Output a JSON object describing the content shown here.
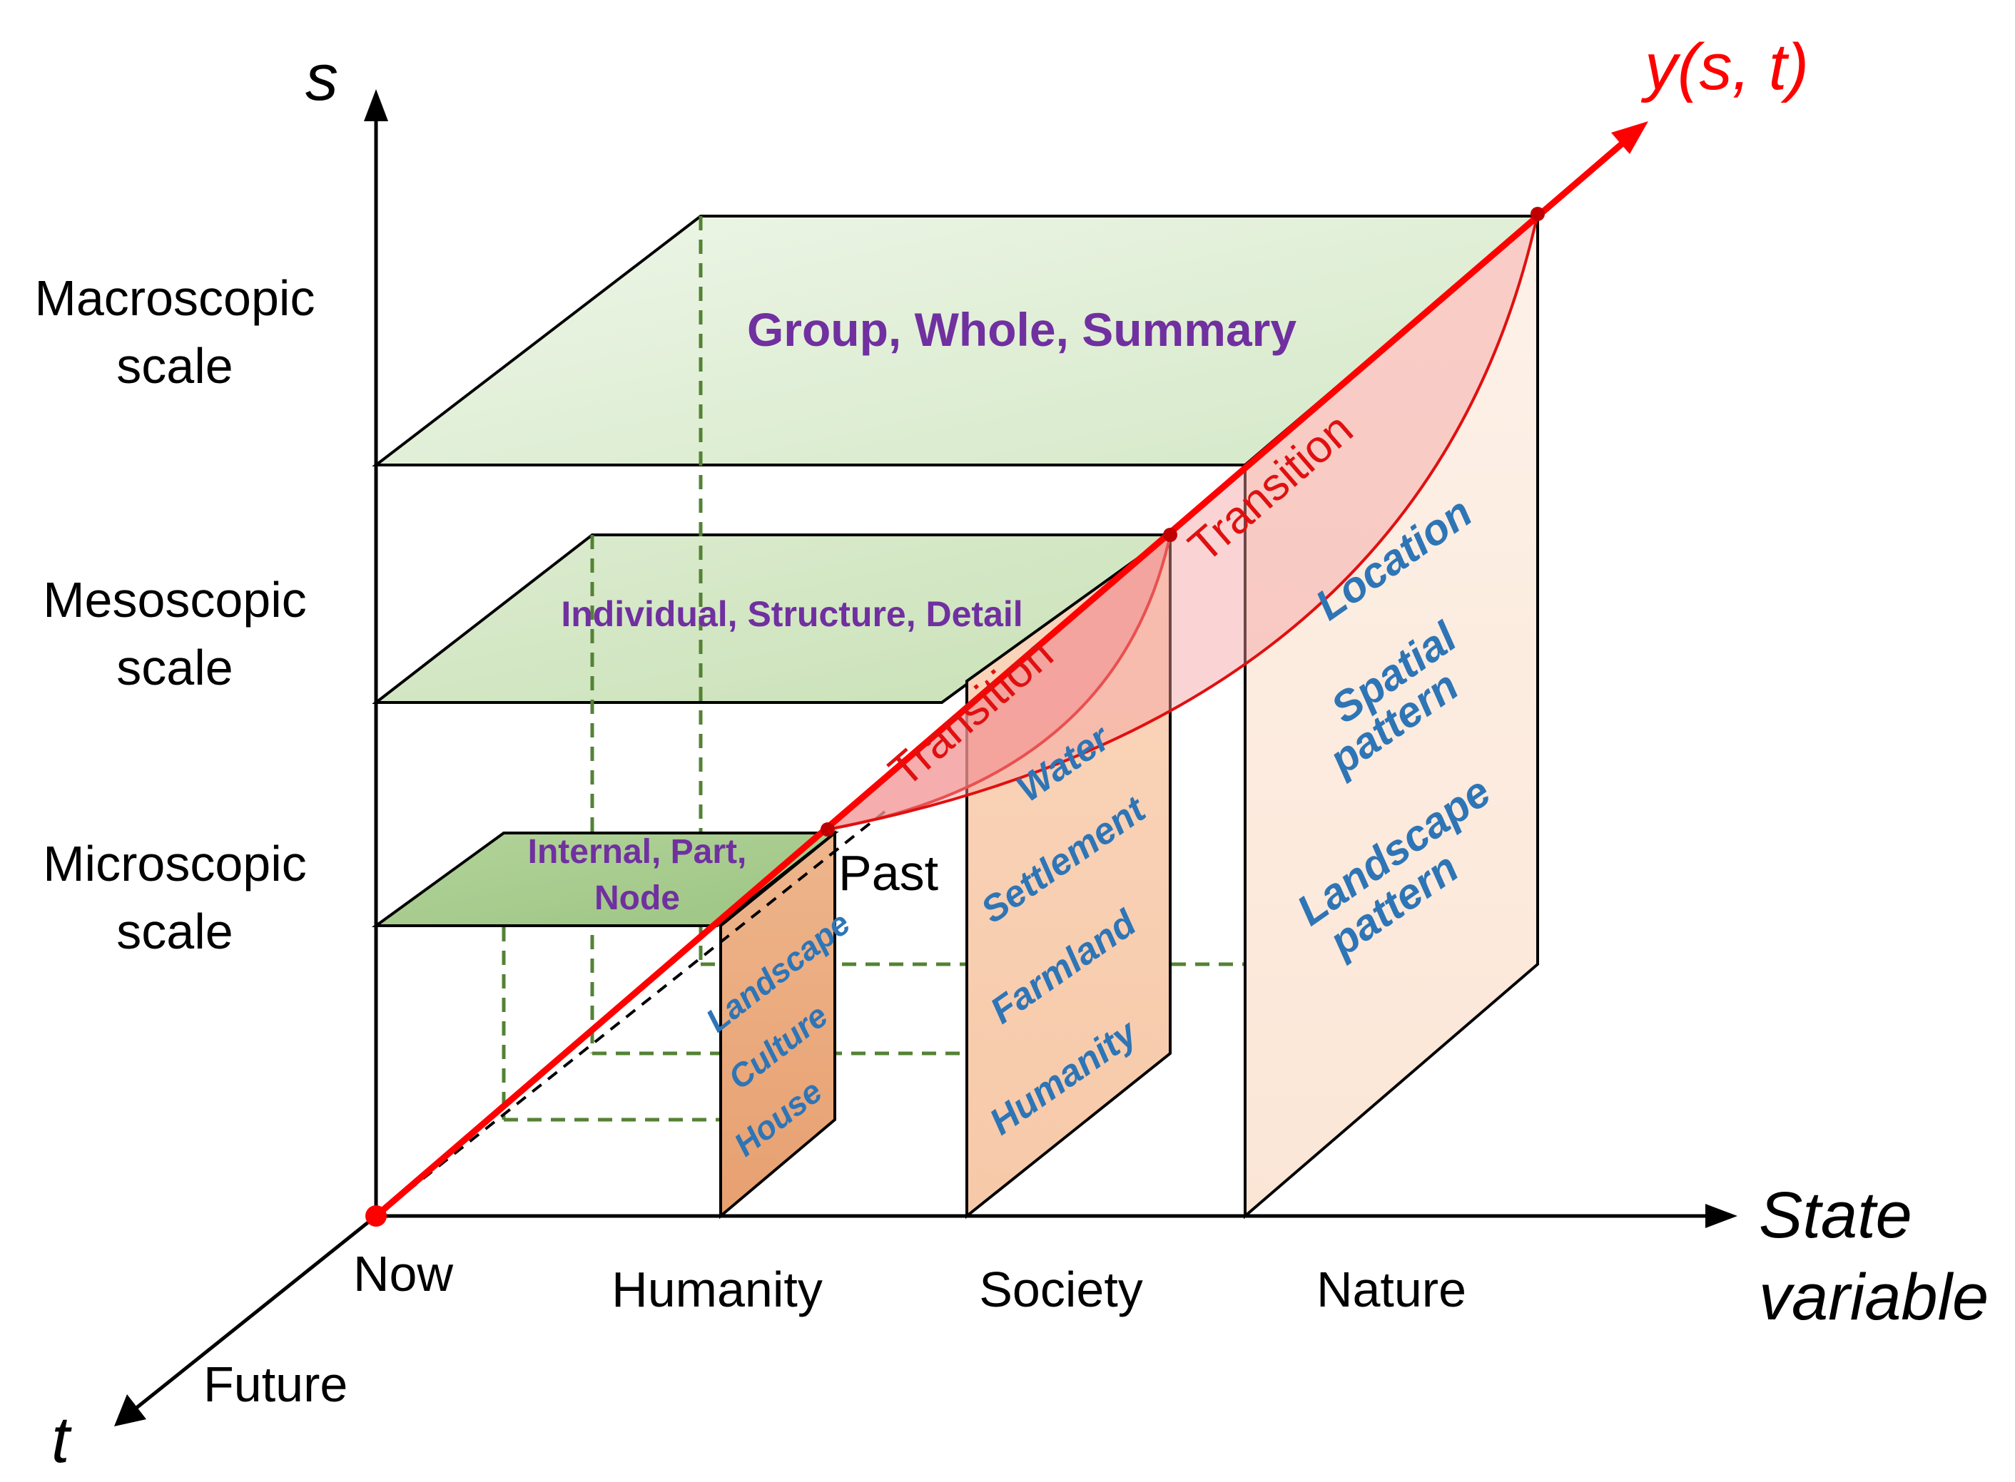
{
  "axes": {
    "s_label": "s",
    "t_label": "t",
    "state_label_line1": "State",
    "state_label_line2": "variable",
    "curve_label": "y(s, t)"
  },
  "scales": {
    "macro": [
      "Macroscopic",
      "scale"
    ],
    "meso": [
      "Mesoscopic",
      "scale"
    ],
    "micro": [
      "Microscopic",
      "scale"
    ]
  },
  "time": {
    "now": "Now",
    "past": "Past",
    "future": "Future"
  },
  "categories": [
    "Humanity",
    "Society",
    "Nature"
  ],
  "planes": {
    "macro": "Group, Whole, Summary",
    "meso": "Individual, Structure, Detail",
    "micro": [
      "Internal, Part,",
      "Node"
    ]
  },
  "panels": {
    "humanity": [
      "Landscape",
      "Culture",
      "House"
    ],
    "society": [
      "Water",
      "Settlement",
      "Farmland",
      "Humanity"
    ],
    "nature": [
      "Location",
      "Spatial",
      "pattern",
      "Landscape",
      "pattern"
    ]
  },
  "transitions": [
    "Transition",
    "Transition"
  ],
  "colors": {
    "curve": "#ff0000",
    "plane_fill": "#e2f0d9",
    "panel_fill": "#fbe5d6",
    "panel_humanity_fill": "#f4b183",
    "dashed_lines": "#548235",
    "plane_text": "#7030a0",
    "panel_text": "#2e75b6"
  }
}
